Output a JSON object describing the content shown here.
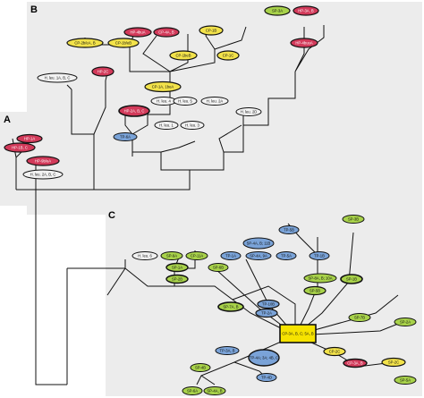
{
  "panels": [
    {
      "id": "A",
      "label": "A",
      "bg": "#ececec"
    },
    {
      "id": "B",
      "label": "B",
      "bg": "#ececec"
    },
    {
      "id": "C",
      "label": "C",
      "bg": "#ececec"
    }
  ],
  "colors": {
    "red": "#d23a5a",
    "yellow": "#f2e24a",
    "green": "#a8d24a",
    "blue": "#7aa3d8",
    "white": "#f2f2f2",
    "center": "#f6e300",
    "edge": "#111111"
  },
  "nodes": [
    {
      "id": "a1",
      "label": "HP-1A",
      "color": "red"
    },
    {
      "id": "a2",
      "label": "HP-1B, C",
      "color": "red"
    },
    {
      "id": "a3",
      "label": "HP-9b/eA",
      "color": "red"
    },
    {
      "id": "a4",
      "label": "H. leu. 2A, B, C",
      "color": "white"
    },
    {
      "id": "b1",
      "label": "CP-2b/eA, B",
      "color": "yellow"
    },
    {
      "id": "b2",
      "label": "CP-1b/eB",
      "color": "yellow"
    },
    {
      "id": "b3",
      "label": "HP-4buA",
      "color": "red"
    },
    {
      "id": "b4",
      "label": "CP-4A, B",
      "color": "red"
    },
    {
      "id": "b5",
      "label": "CP-1B",
      "color": "yellow"
    },
    {
      "id": "b6",
      "label": "SP-3A",
      "color": "green"
    },
    {
      "id": "b7",
      "label": "HP-3A, B",
      "color": "red"
    },
    {
      "id": "b8",
      "label": "HP-4buuA",
      "color": "red"
    },
    {
      "id": "b9",
      "label": "CP-1beB",
      "color": "yellow"
    },
    {
      "id": "b10",
      "label": "CP-1C",
      "color": "yellow"
    },
    {
      "id": "b11",
      "label": "H. leu. 1A, B, C",
      "color": "white"
    },
    {
      "id": "b12",
      "label": "HP-2C",
      "color": "red"
    },
    {
      "id": "b13",
      "label": "CP-1A, 1beA",
      "color": "yellow"
    },
    {
      "id": "b14",
      "label": "HP-2A, B, C",
      "color": "red"
    },
    {
      "id": "b15",
      "label": "H. leu. 4",
      "color": "white"
    },
    {
      "id": "b16",
      "label": "H. leu. 5",
      "color": "white"
    },
    {
      "id": "b17",
      "label": "H. leu. 2A",
      "color": "white"
    },
    {
      "id": "b18",
      "label": "H. leu. 2D",
      "color": "white"
    },
    {
      "id": "b19",
      "label": "H. leu. 1",
      "color": "white"
    },
    {
      "id": "b20",
      "label": "H. leu. 3",
      "color": "white"
    },
    {
      "id": "b21",
      "label": "TP-6A",
      "color": "blue"
    },
    {
      "id": "c1",
      "label": "H. leu. 6",
      "color": "white"
    },
    {
      "id": "c2",
      "label": "SP-9A",
      "color": "green"
    },
    {
      "id": "c3",
      "label": "CP-11A",
      "color": "green"
    },
    {
      "id": "c4",
      "label": "SP-1A",
      "color": "green"
    },
    {
      "id": "c5",
      "label": "SP-2B",
      "color": "green"
    },
    {
      "id": "c6",
      "label": "TP-1A",
      "color": "blue"
    },
    {
      "id": "c7",
      "label": "SP-4A, 9A",
      "color": "blue"
    },
    {
      "id": "c8",
      "label": "SP-6B",
      "color": "green"
    },
    {
      "id": "c9",
      "label": "TP-5B",
      "color": "blue"
    },
    {
      "id": "c10",
      "label": "SP-4A, B; 11B",
      "color": "blue"
    },
    {
      "id": "c11",
      "label": "TP-5A",
      "color": "blue"
    },
    {
      "id": "c12",
      "label": "TP-1B",
      "color": "blue"
    },
    {
      "id": "c13",
      "label": "SP-3B",
      "color": "green"
    },
    {
      "id": "c14",
      "label": "SP-8A, B; 10A",
      "color": "green"
    },
    {
      "id": "c15",
      "label": "SP-5B",
      "color": "green"
    },
    {
      "id": "c16",
      "label": "SP-1B",
      "color": "green"
    },
    {
      "id": "c17",
      "label": "SP-7A, B",
      "color": "green"
    },
    {
      "id": "c18",
      "label": "TP-10B",
      "color": "blue"
    },
    {
      "id": "c19",
      "label": "TP-2A",
      "color": "blue"
    },
    {
      "id": "c20",
      "label": "SP-7B",
      "color": "green"
    },
    {
      "id": "c21",
      "label": "SP-2A",
      "color": "green"
    },
    {
      "id": "c22",
      "label": "CP-3A, B, C; 5A, B",
      "color": "center"
    },
    {
      "id": "c23",
      "label": "TP-3A, B",
      "color": "blue"
    },
    {
      "id": "c24",
      "label": "TP-4A; 3A; 4B, C",
      "color": "blue"
    },
    {
      "id": "c25",
      "label": "CP-2C",
      "color": "yellow"
    },
    {
      "id": "c26",
      "label": "CP-3A, B",
      "color": "red"
    },
    {
      "id": "c27",
      "label": "SP-2C",
      "color": "yellow"
    },
    {
      "id": "c28",
      "label": "SP-4B",
      "color": "green"
    },
    {
      "id": "c29",
      "label": "TP-4D",
      "color": "blue"
    },
    {
      "id": "c30",
      "label": "SP-6A",
      "color": "green"
    },
    {
      "id": "c31",
      "label": "SP-4A, B",
      "color": "green"
    },
    {
      "id": "c32",
      "label": "SP-5A",
      "color": "green"
    }
  ]
}
